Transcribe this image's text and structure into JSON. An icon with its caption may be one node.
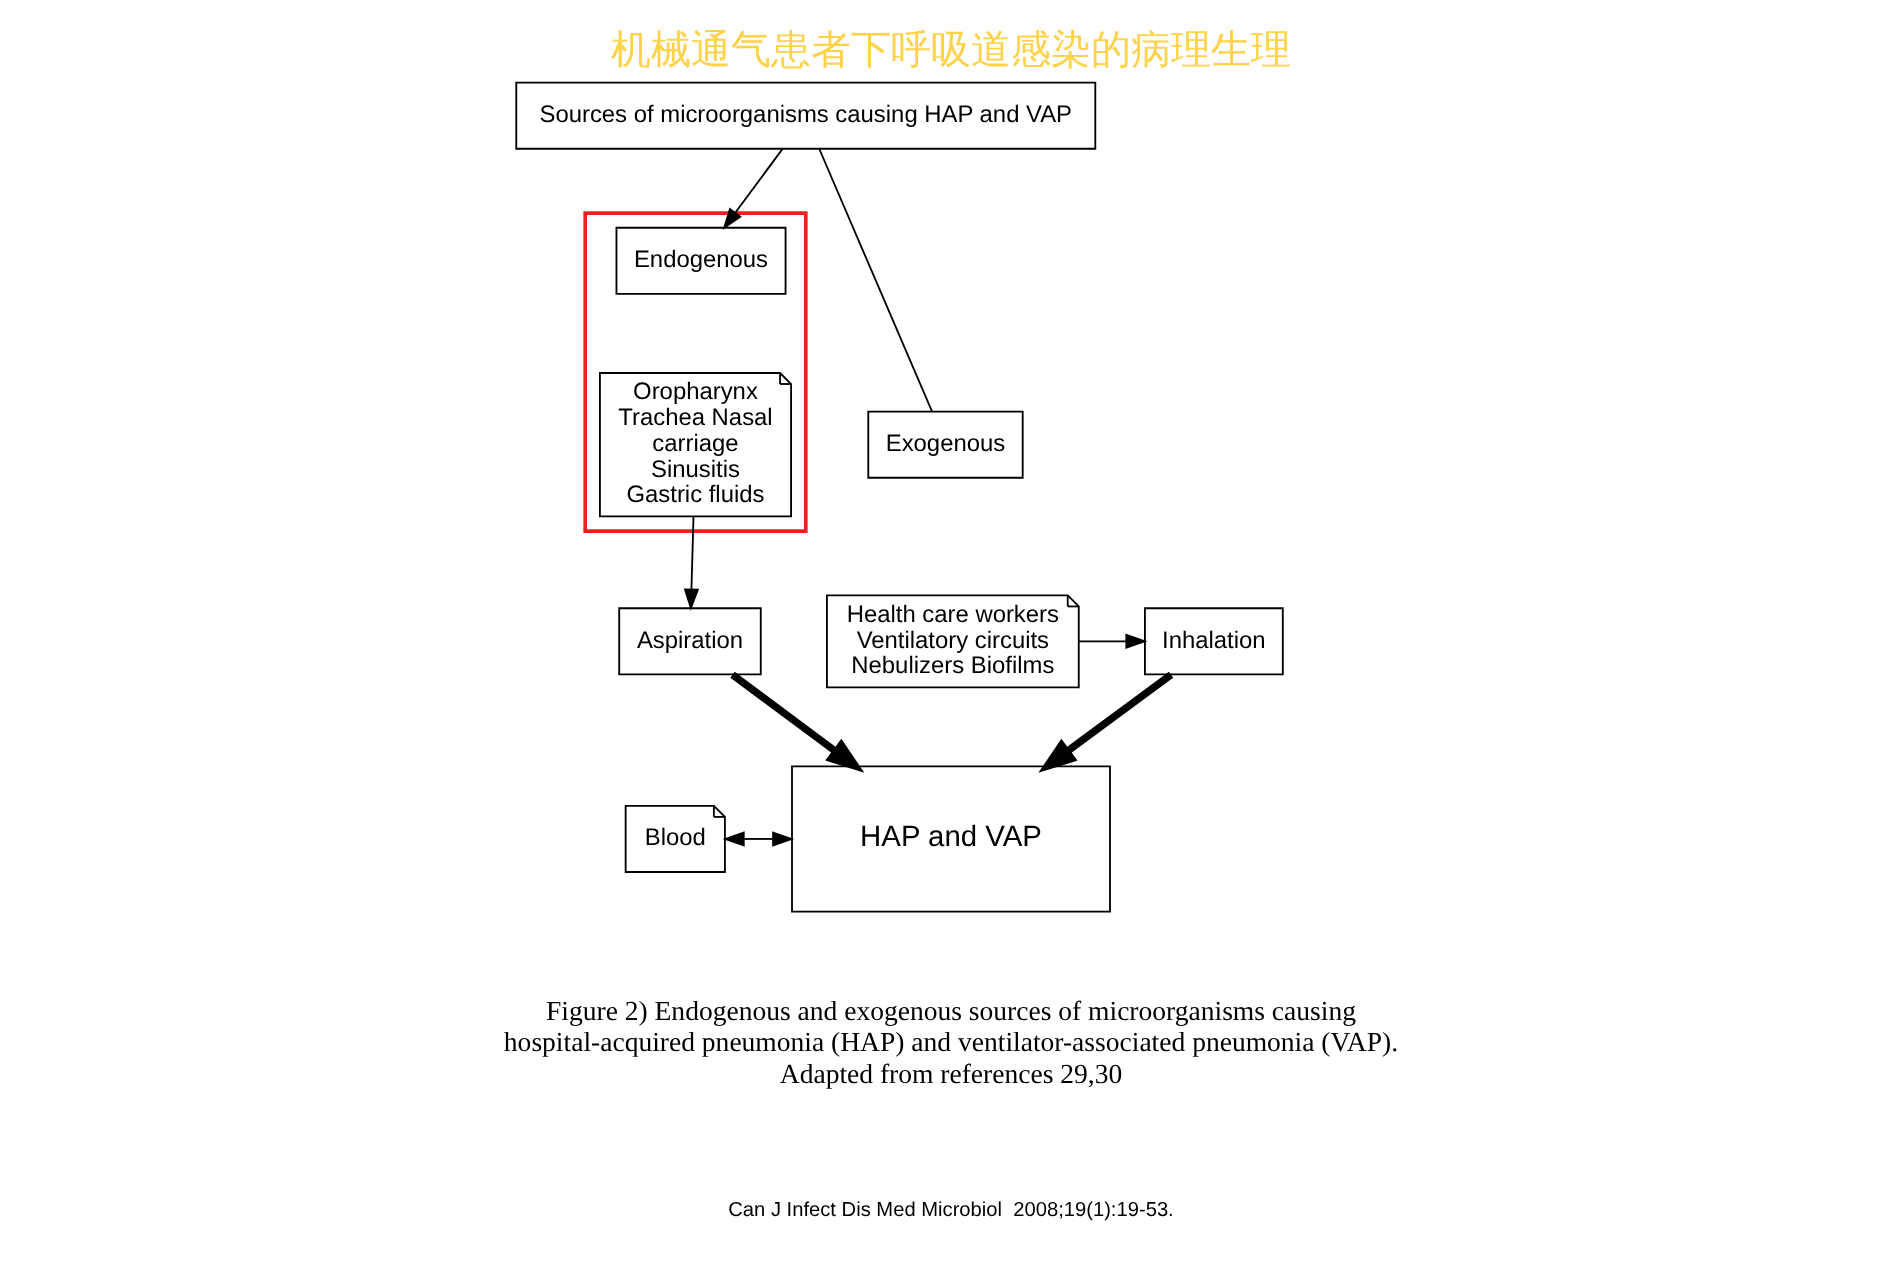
{
  "diagram": {
    "title": "机械通气患者下呼吸道感染的病理生理",
    "caption": "Figure 2) Endogenous and exogenous sources of microorganisms causing hospital-acquired pneumonia (HAP) and ventilator-associated pneumonia (VAP). Adapted from references 29,30",
    "nodes": [
      {
        "text": [
          "Sources of microorganisms causing HAP and VAP"
        ]
      },
      {
        "text": [],
        "shape": "box"
      },
      {
        "text": [
          "Endogenous"
        ],
        "in": 1
      },
      {
        "text": [
          "Oropharynx Trachea Nasal carriage Sinusitis Gastric fluids"
        ],
        "in": 1
      },
      {
        "text": [
          "Exogenous"
        ]
      },
      {
        "text": [
          "Health care workers Ventilatory circuits Nebulizers Biofilms"
        ]
      },
      {
        "text": [
          "Aspiration"
        ]
      },
      {
        "text": [
          "Inhalation"
        ]
      },
      {
        "text": [
          "HAP and VAP"
        ]
      },
      {
        "text": [
          "Blood"
        ]
      }
    ],
    "edges": [
      {
        "from": 0,
        "to": 2,
        "arrow": "to"
      },
      {
        "from": 0,
        "to": 4,
        "arrow": "none"
      },
      {
        "from": 3,
        "to": 6,
        "arrow": "to"
      },
      {
        "from": 5,
        "to": 7,
        "arrow": "to"
      },
      {
        "from": 6,
        "to": 8,
        "arrow": "to",
        "style": "thick"
      },
      {
        "from": 7,
        "to": 8,
        "arrow": "to",
        "style": "thick"
      },
      {
        "from": 9,
        "to": 8,
        "arrow": "both"
      }
    ],
    "labels": [
      "Can J Infect Dis Med Microbiol  2008;19(1):19-53."
    ]
  }
}
